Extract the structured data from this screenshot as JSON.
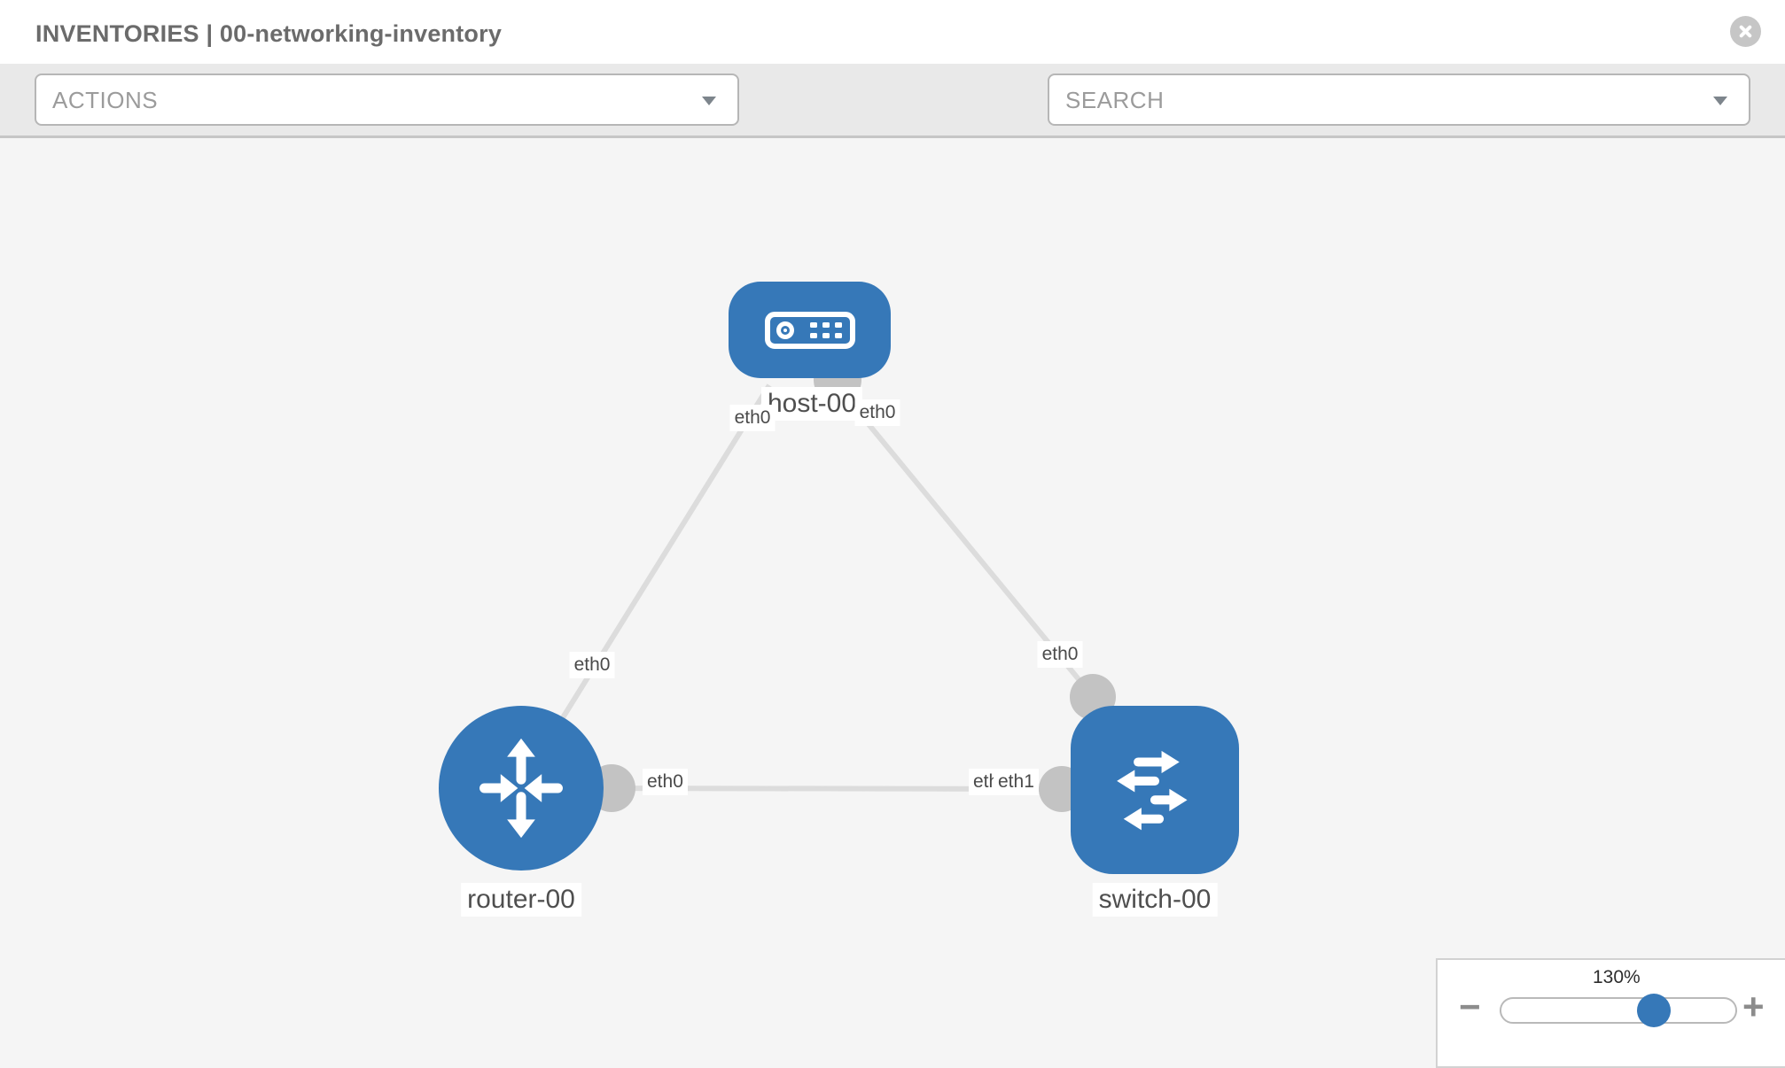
{
  "header": {
    "title": "INVENTORIES | 00-networking-inventory"
  },
  "toolbar": {
    "actions_label": "ACTIONS",
    "search_label": "SEARCH"
  },
  "topology": {
    "nodes": [
      {
        "id": "host-00",
        "type": "host",
        "label": "host-00"
      },
      {
        "id": "router-00",
        "type": "router",
        "label": "router-00"
      },
      {
        "id": "switch-00",
        "type": "switch",
        "label": "switch-00"
      }
    ],
    "links": [
      {
        "from": "router-00",
        "to": "host-00",
        "from_interface": "eth0",
        "to_interface": "eth0"
      },
      {
        "from": "host-00",
        "to": "switch-00",
        "from_interface": "eth0",
        "to_interface": "eth0"
      },
      {
        "from": "router-00",
        "to": "switch-00",
        "from_interface": "eth0",
        "to_interface": "eth1"
      }
    ],
    "interface_labels": {
      "host_left": "eth0",
      "host_right": "eth0",
      "router_diag": "eth0",
      "switch_diag": "eth0",
      "router_link": "eth0",
      "switch_link_eth0": "eth0",
      "switch_link_eth1": "eth1"
    }
  },
  "zoom": {
    "level": "130%",
    "minus": "−",
    "plus": "+"
  },
  "colors": {
    "node_blue": "#3678b8",
    "link_gray": "#dcdcdc",
    "connector_gray": "#c3c3c3",
    "toolbar_bg": "#e9e9e9",
    "canvas_bg": "#f5f5f5"
  }
}
